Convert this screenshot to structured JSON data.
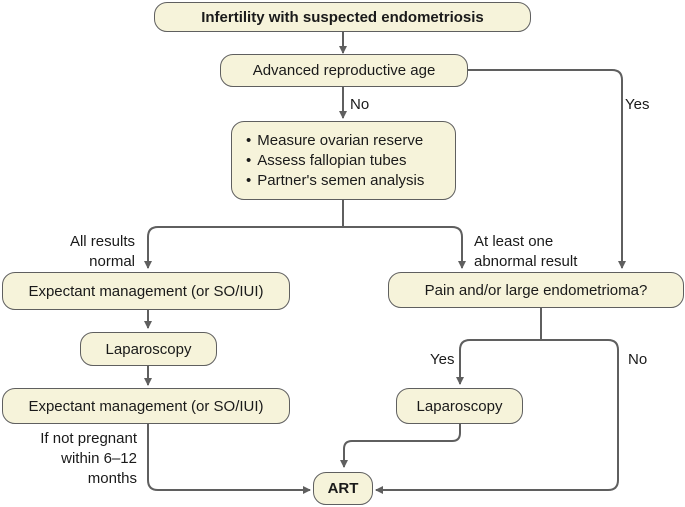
{
  "nodes": {
    "start": "Infertility with suspected endometriosis",
    "age": "Advanced reproductive age",
    "assessments": [
      "Measure ovarian reserve",
      "Assess fallopian tubes",
      "Partner's semen analysis"
    ],
    "expectant_1": "Expectant management (or SO/IUI)",
    "laparoscopy_left": "Laparoscopy",
    "expectant_2": "Expectant management (or SO/IUI)",
    "pain_question": "Pain and/or large endometrioma?",
    "laparoscopy_right": "Laparoscopy",
    "art": "ART"
  },
  "labels": {
    "no_age": "No",
    "yes_age": "Yes",
    "all_normal_line1": "All results",
    "all_normal_line2": "normal",
    "abnormal_line1": "At least one",
    "abnormal_line2": "abnormal result",
    "yes_pain": "Yes",
    "no_pain": "No",
    "not_pregnant_line1": "If not pregnant",
    "not_pregnant_line2": "within 6–12",
    "not_pregnant_line3": "months"
  },
  "colors": {
    "box_fill": "#f6f3da",
    "line": "#5f5f5f"
  }
}
